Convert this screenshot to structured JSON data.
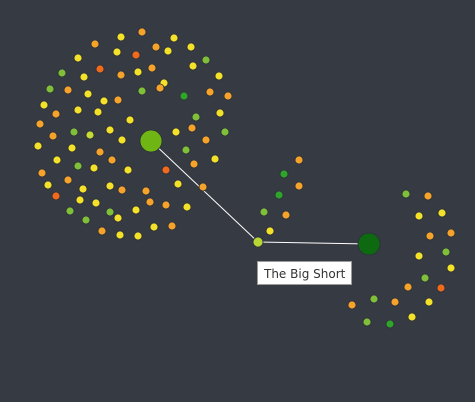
{
  "graph": {
    "background": "#363a42",
    "edge_color": "#ffffff",
    "node_stroke": "#2c2f36",
    "palette": {
      "y": "#f4e12a",
      "o": "#f5a32b",
      "r": "#ef6a1c",
      "g": "#7fbf3a",
      "d": "#2ea52a",
      "l": "#c6dc35"
    },
    "hubs": [
      {
        "id": "hub-left",
        "color": "#6fb514"
      },
      {
        "id": "hub-right",
        "color": "#0e6a10"
      }
    ],
    "hovered_node": {
      "color": "#b8d635"
    },
    "tooltip": "The Big Short",
    "cluster_left_colors": "oyoyygyoyggyoyoyrggoyyyoyoygyroyyoyoyroyoydgoooyoyygyoyoyyyoggygyyoooyylyyoooyrgyoyy",
    "cluster_mid_colors": "ododogy",
    "cluster_right_colors": "goyyoogyygroyoydg"
  }
}
